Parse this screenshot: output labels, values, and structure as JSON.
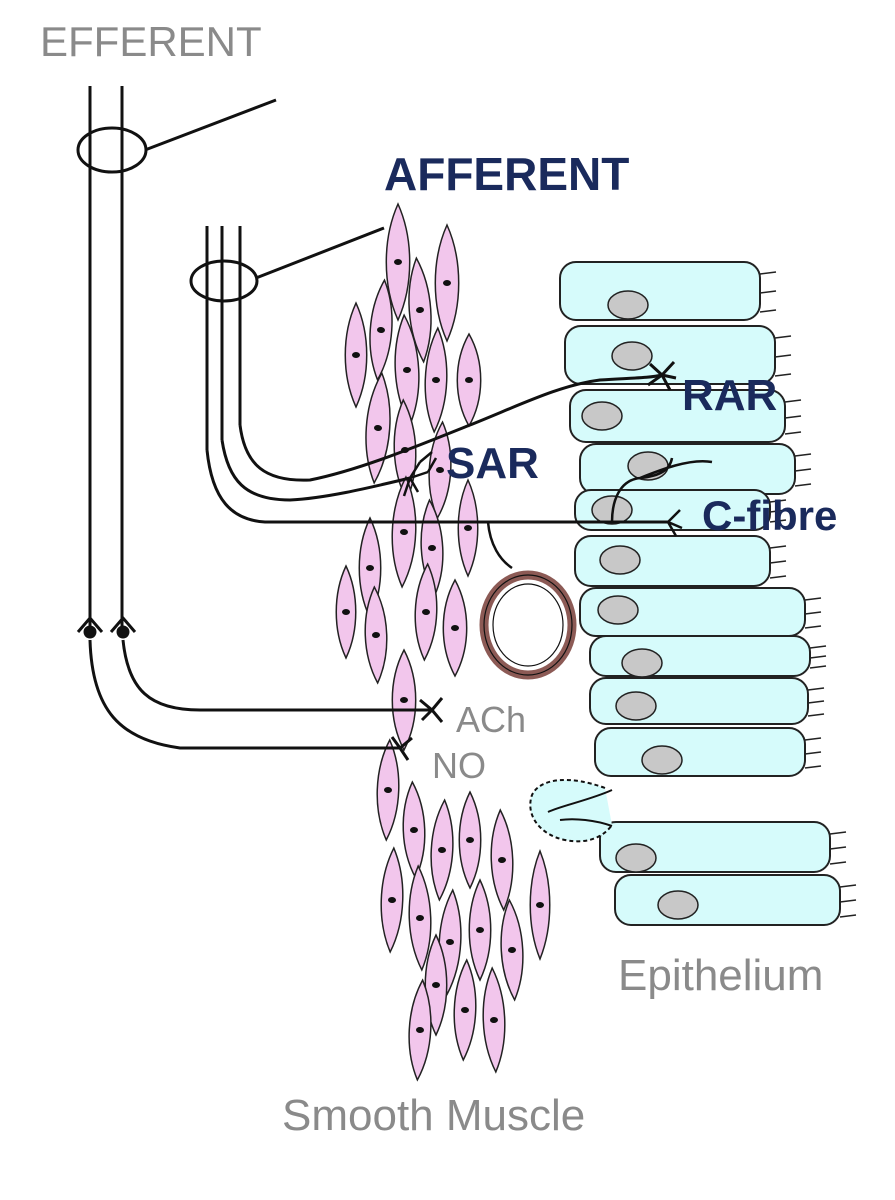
{
  "labels": {
    "efferent": "EFFERENT",
    "afferent": "AFFERENT",
    "rar": "RAR",
    "sar": "SAR",
    "c_fibre": "C-fibre",
    "ach": "ACh",
    "no": "NO",
    "epithelium": "Epithelium",
    "smooth_muscle": "Smooth Muscle"
  },
  "colors": {
    "muscle_fill": "#f2c6ec",
    "epithelium_fill": "#d6fbfb",
    "nucleus_fill": "#c8c8c8",
    "vessel": "#8c5a55",
    "ink": "#111111",
    "grey_text": "#8a8a8a",
    "navy_text": "#1a2a5c"
  }
}
